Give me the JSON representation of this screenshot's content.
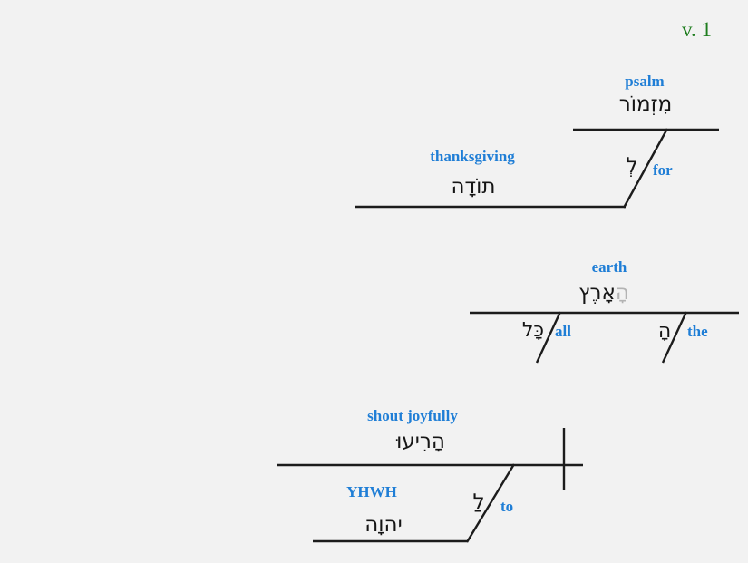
{
  "verse": {
    "label": "v. 1"
  },
  "colors": {
    "background": "#f2f2f2",
    "gloss_blue": "#1f7ed6",
    "verse_green": "#1e7d1e",
    "hebrew_black": "#151515",
    "faded_article_gray": "#b3b3b3",
    "line_black": "#1c1c1c"
  },
  "psalm_phrase": {
    "head_gloss": "psalm",
    "head_hebrew": "מִזְמוֹר",
    "prep_hebrew": "לְ",
    "prep_gloss": "for",
    "object_gloss": "thanksgiving",
    "object_hebrew": "תוֹדָה"
  },
  "earth_phrase": {
    "head_gloss": "earth",
    "head_hebrew_article": "הָ",
    "head_hebrew_noun": "אָרֶץ",
    "all_hebrew": "כָּל",
    "all_gloss": "all",
    "the_hebrew": "הָ",
    "the_gloss": "the"
  },
  "shout_clause": {
    "verb_gloss": "shout joyfully",
    "verb_hebrew": "הָרִיעוּ",
    "prep_hebrew": "לַ",
    "prep_gloss": "to",
    "object_gloss": "YHWH",
    "object_hebrew": "יהוָה"
  }
}
